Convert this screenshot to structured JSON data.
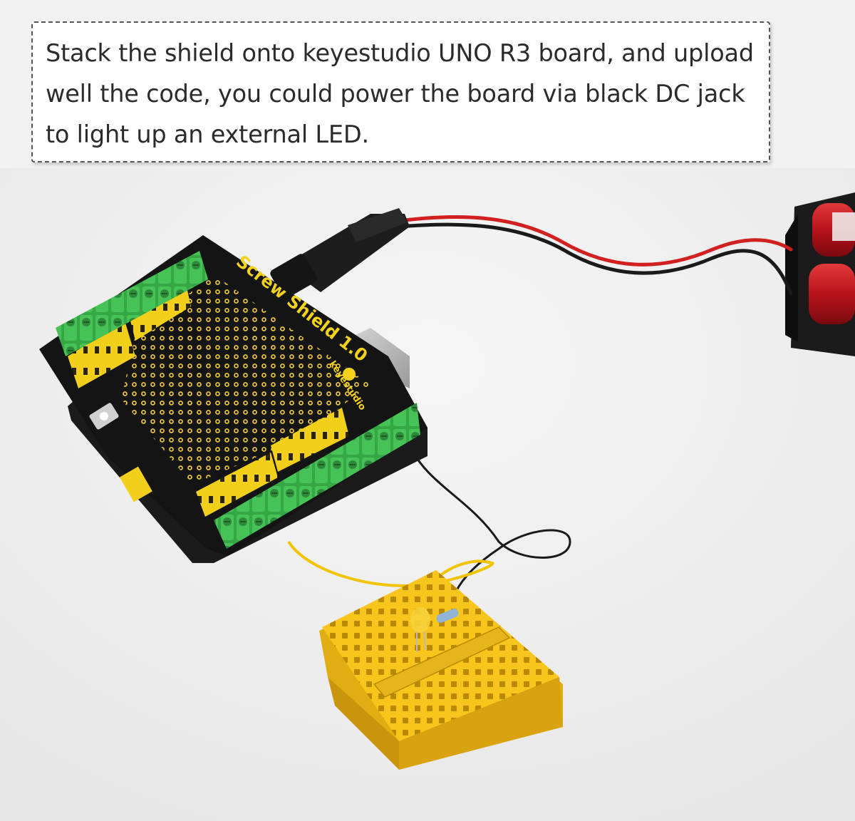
{
  "caption": {
    "text": "Stack the shield onto keyestudio UNO R3 board, and upload well the code, you could power the board via black DC jack to light up an external LED."
  },
  "board": {
    "title": "Screw Shield 1.0",
    "brand": "keyestudio"
  },
  "colors": {
    "pcb": "#141414",
    "header_yellow": "#f2d019",
    "terminal_green": "#3bb54a",
    "breadboard": "#f7c51c",
    "wire_red": "#d21f1f",
    "wire_yellow": "#f2c400",
    "battery_red": "#c8141c"
  }
}
